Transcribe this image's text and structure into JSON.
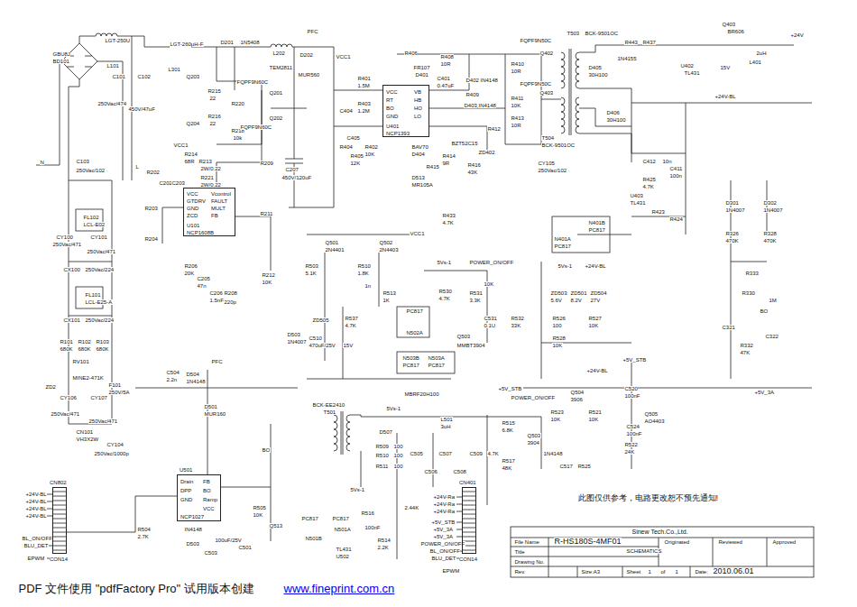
{
  "diagram": {
    "nodes": [
      {
        "text": [
          "U101",
          "NCP1608B",
          "VCC",
          "GTDRV",
          "GND",
          "ZCD",
          "Vcontrol",
          "FAULT",
          "MULT",
          "FB"
        ]
      },
      {
        "text": [
          "U401",
          "NCP1393",
          "VCC",
          "RT",
          "BO",
          "GND",
          "VB",
          "HB",
          "HO",
          "LO"
        ]
      },
      {
        "text": [
          "U501",
          "NCP1027",
          "Drain",
          "DPP",
          "GND",
          "FB",
          "BO",
          "Ramp",
          "VCC"
        ]
      },
      {
        "text": [
          "CN802",
          "CON14"
        ]
      },
      {
        "text": [
          "CN401",
          "CON14"
        ]
      }
    ],
    "labels": [
      "GBU8J",
      "BD101",
      "LGT-250U",
      "L101",
      "C101",
      "250Vac/474",
      "C102",
      "450V/47uF",
      "LGT-260μH-F",
      "L301",
      "D201",
      "1N5408",
      "L202",
      "TEM2811",
      "D202",
      "MUR560",
      "PFC",
      "C103",
      "250Vac/102",
      "N",
      "L",
      "Q203",
      "Q204",
      "R215",
      "22",
      "R216",
      "22",
      "R220",
      "R218",
      "10k",
      "FQPF9N60C",
      "Q201",
      "Q202",
      "FQPF9N60C",
      "R213",
      "2W/0.22",
      "R221",
      "2W/0.22",
      "R214",
      "68R",
      "VCC1",
      "R202",
      "C202",
      "C203",
      "R203",
      "R204",
      "R211",
      "R212",
      "R209",
      "C207",
      "450V/120uF",
      "R206",
      "20K",
      "C205",
      "47n",
      "C206",
      "1.5nF",
      "R208",
      "220p",
      "10K",
      "VCC1",
      "R401",
      "1.5M",
      "R403",
      "1.2M",
      "C401",
      "0.47uF",
      "R406",
      "FR107",
      "D401",
      "R408",
      "10R",
      "D402",
      "IN4148",
      "R409",
      "R410",
      "10R",
      "R411",
      "10K",
      "FQPF9N50C",
      "Q402",
      "D403",
      "IN4148",
      "R412",
      "R413",
      "10R",
      "FQPF9N50C",
      "Q403",
      "C404",
      "C405",
      "R404",
      "R405",
      "R402",
      "10K",
      "12K",
      "BAV70",
      "D404",
      "BZT52C15",
      "ZD402",
      "R414",
      "9R",
      "R416",
      "43K",
      "D513",
      "MR105A",
      "R415",
      "CY105",
      "250Vac/102",
      "R433",
      "4.7K",
      "T503",
      "BCK-9501OC",
      "T504",
      "BCK-9501OC",
      "R443",
      "D405",
      "30H100",
      "D406",
      "30H100",
      "1N4155",
      "R437",
      "Q403",
      "BR606",
      "U402",
      "TL431",
      "L401",
      "2uH",
      "+24V",
      "+24V-BL",
      "15V",
      "R425",
      "4.7K",
      "C411",
      "100n",
      "C412",
      "10n",
      "U403",
      "TL431",
      "R423",
      "R424",
      "N401B",
      "PC817",
      "N401A",
      "PC817",
      "D301",
      "1N4007",
      "D302",
      "1N4007",
      "R326",
      "470K",
      "R328",
      "470K",
      "R333",
      "R330",
      "1M",
      "BO",
      "R332",
      "47K",
      "C321",
      "C322",
      "Q501",
      "2N4401",
      "Q502",
      "2N4403",
      "VCC1",
      "R503",
      "5.1K",
      "R510",
      "1.8K",
      "1n",
      "ZD505",
      "R537",
      "4.7K",
      "R513",
      "1K",
      "D503",
      "1N4007",
      "C510",
      "470uF/25V",
      "15V",
      "5Vs-1",
      "POWER_ON/OFF",
      "R530",
      "4.7K",
      "R531",
      "3.3K",
      "PC817",
      "N502A",
      "N503B",
      "PC817",
      "N503A",
      "PC817",
      "Q503",
      "MMBT3904",
      "C531",
      "R532",
      "33K",
      "0.1U",
      "10K",
      "5Vs-1",
      "+24V-BL",
      "ZD503",
      "5.6V",
      "ZD501",
      "8.2V",
      "ZD504",
      "27V",
      "R526",
      "100",
      "R527",
      "10K",
      "R528",
      "10K",
      "+24V-BL",
      "Q504",
      "3906",
      "R523",
      "10K",
      "R521",
      "10K",
      "+5V_STB",
      "C520",
      "100nF",
      "Q505",
      "AO4403",
      "C524",
      "100nF",
      "R522",
      "24K",
      "+5V_3A",
      "BCK-EE2410",
      "T501",
      "MBRF20H100",
      "5Vs-1",
      "L501",
      "3uH",
      "+5V_STB",
      "POWER_ON/OFF",
      "D507",
      "R509",
      "100",
      "R510",
      "100",
      "R511",
      "100",
      "C505",
      "C506",
      "C507",
      "C508",
      "C509",
      "4.7K",
      "R515",
      "6.8K",
      "R517",
      "48K",
      "Q503",
      "3904",
      "1N4148",
      "C517",
      "R525",
      "BO",
      "PFC",
      "D504",
      "1N4148",
      "C504",
      "2.2n",
      "D501",
      "MUR160",
      "R504",
      "2.7K",
      "IN4148",
      "D503",
      "C503",
      "100uF/25V",
      "R505",
      "10K",
      "Q513",
      "C501",
      "N501B",
      "PC817",
      "PC817",
      "N501A",
      "TL431",
      "U502",
      "R516",
      "R514",
      "2.2K",
      "100nF",
      "5Vs-1",
      "2.44K",
      "+24V-BL",
      "+24V-BL",
      "+24V-BL",
      "+24V-BL",
      "BL_ON/OFF",
      "BLU_DET",
      "EPWM",
      "+24V-Ra",
      "+24V-Ra",
      "+24V-Ra",
      "+5V_STB",
      "+5V_3A",
      "+5V_3A",
      "POWER_ON/OFF",
      "BL_ON/OFF",
      "BLU_DET",
      "EPWM",
      "此图仅供参考，电路更改恕不预先通知!",
      "Sinew Tech.Co.,Ltd.",
      "File Name",
      "R-HS180S-4MF01",
      "Originated",
      "Reviewed",
      "Approved",
      "Title",
      "SCHEMATICS",
      "Drawing No.",
      "Rev.",
      "Size:A3",
      "Sheet",
      "1",
      "of",
      "1",
      "Date:",
      "2010.06.01",
      "PDF 文件使用 \"pdfFactory Pro\" 试用版本创建",
      "www.fineprint.com.cn",
      "CY104",
      "250Vac/1000p",
      "FL102",
      "LCL-E02",
      "CY100",
      "250Vac/471",
      "CY101",
      "250Vac/471",
      "CX100",
      "250Vac/224",
      "FL101",
      "LCL-E25-A",
      "CX101",
      "250Vac/224",
      "R101",
      "R102",
      "R103",
      "680K",
      "680K",
      "680K",
      "RV101",
      "MINE2-471K",
      "F101",
      "250V/5A",
      "CY106",
      "CY107",
      "250Vac/471",
      "250Vac/471",
      "CN101",
      "VH3X2W",
      "ZD2"
    ]
  }
}
